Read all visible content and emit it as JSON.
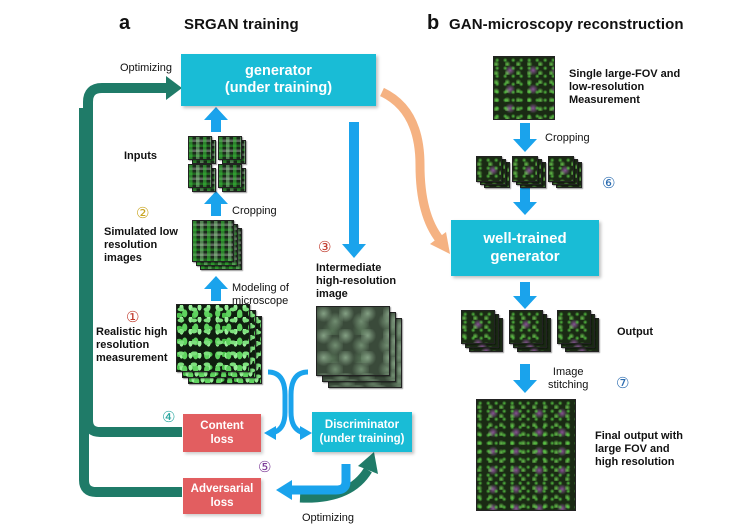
{
  "panel_a": {
    "letter": "a",
    "title": "SRGAN training",
    "generator_label": "generator\n(under training)",
    "optimizing_top": "Optimizing",
    "inputs": "Inputs",
    "cropping": "Cropping",
    "step2_num": "②",
    "simulated": "Simulated low\nresolution\nimages",
    "modeling": "Modeling of\nmicroscope",
    "step1_num": "①",
    "realistic": "Realistic high\nresolution\nmeasurement",
    "step3_num": "③",
    "intermediate": "Intermediate\nhigh-resolution\nimage",
    "step4_num": "④",
    "content_loss": "Content\nloss",
    "discriminator": "Discriminator\n(under training)",
    "step5_num": "⑤",
    "adversarial_loss": "Adversarial\nloss",
    "optimizing_bottom": "Optimizing"
  },
  "panel_b": {
    "letter": "b",
    "title": "GAN-microscopy reconstruction",
    "single_fov": "Single large-FOV and\nlow-resolution\nMeasurement",
    "cropping": "Cropping",
    "step6_num": "⑥",
    "well_trained": "well-trained\ngenerator",
    "output": "Output",
    "stitching": "Image\nstitching",
    "step7_num": "⑦",
    "final_output": "Final output with\nlarge FOV and\nhigh resolution"
  },
  "colors": {
    "cyan": "#19bcd6",
    "blue_arrow": "#1aa3ec",
    "teal_arrow": "#1f7b68",
    "orange_arrow": "#f5b282",
    "red_box": "#e25e60",
    "num_yellow": "#c8a41f",
    "num_red": "#c0392b",
    "num_teal": "#2aa7a0",
    "num_purple": "#7d3c98",
    "num_blue": "#2b6cb0"
  }
}
